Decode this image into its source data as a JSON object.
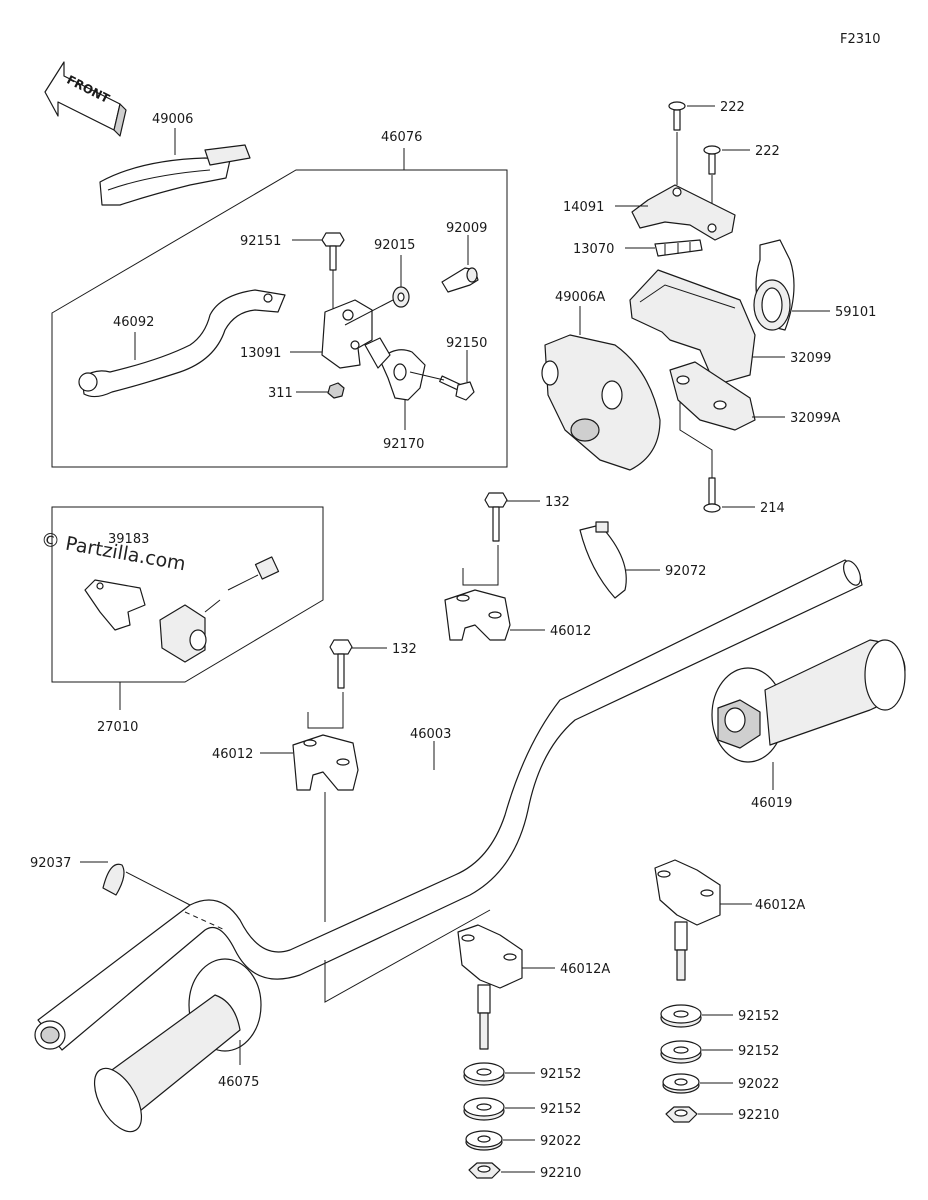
{
  "figure_code": "F2310",
  "front_label": "FRONT",
  "watermark": "© Partzilla.com",
  "parts": {
    "p49006": "49006",
    "p46076": "46076",
    "p92151": "92151",
    "p92015": "92015",
    "p92009": "92009",
    "p46092": "46092",
    "p13091": "13091",
    "p92150": "92150",
    "p311": "311",
    "p92170": "92170",
    "p222a": "222",
    "p222b": "222",
    "p14091": "14091",
    "p13070": "13070",
    "p49006A": "49006A",
    "p59101": "59101",
    "p32099": "32099",
    "p32099A": "32099A",
    "p214": "214",
    "p132a": "132",
    "p39183": "39183",
    "p92072": "92072",
    "p46012a": "46012",
    "p132b": "132",
    "p27010": "27010",
    "p46003": "46003",
    "p46012b": "46012",
    "p46019": "46019",
    "p92037": "92037",
    "p46012Aa": "46012A",
    "p46012Ab": "46012A",
    "p92152a": "92152",
    "p92152b": "92152",
    "p92022a": "92022",
    "p92210a": "92210",
    "p46075": "46075",
    "p92152c": "92152",
    "p92152d": "92152",
    "p92022b": "92022",
    "p92210b": "92210"
  }
}
